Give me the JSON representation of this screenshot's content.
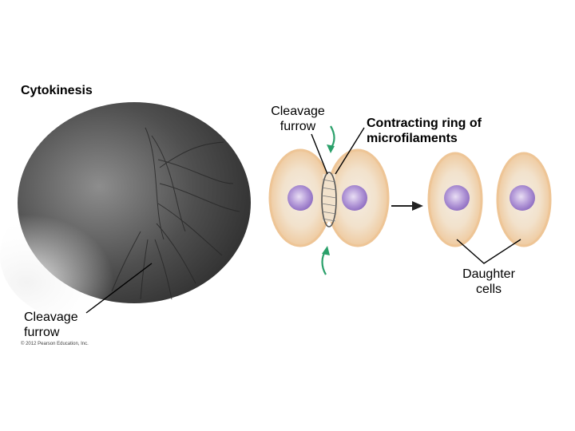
{
  "title": "Cytokinesis",
  "labels": {
    "cleavage_furrow_top": [
      "Cleavage",
      "furrow"
    ],
    "contracting_ring": [
      "Contracting ring of",
      "microfilaments"
    ],
    "daughter_cells": [
      "Daughter",
      "cells"
    ],
    "cleavage_furrow_bottom": [
      "Cleavage",
      "furrow"
    ]
  },
  "copyright": "© 2012 Pearson Education, Inc.",
  "colors": {
    "cell_outer": "#f0c89a",
    "cell_inner": "#f3e6d6",
    "nucleus": "#9a77c8",
    "arrow_green": "#2aa06a",
    "micrograph": "#5b5b5b"
  }
}
